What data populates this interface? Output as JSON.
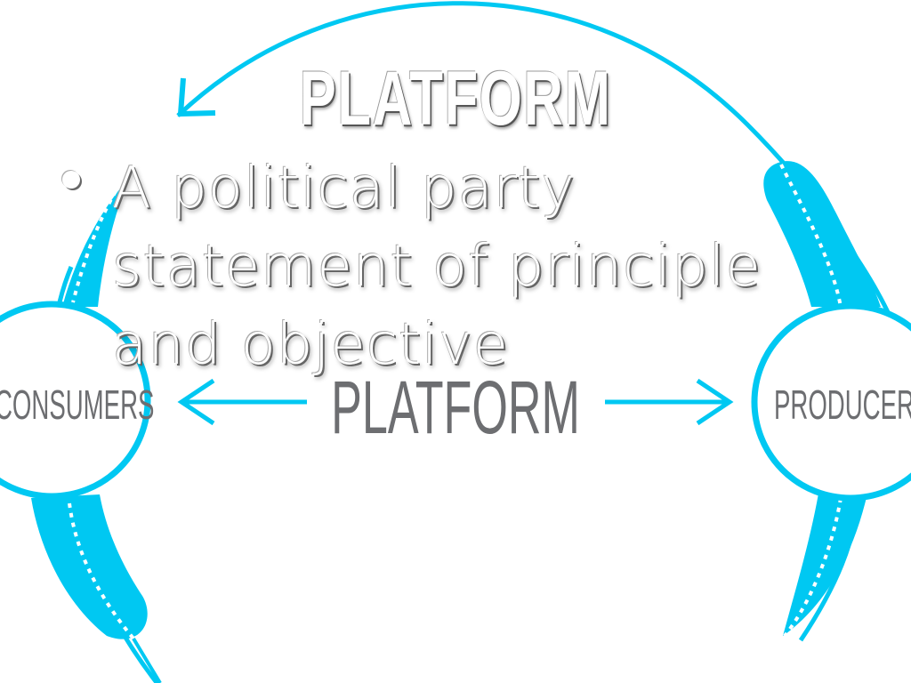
{
  "slide": {
    "title": "PLATFORM",
    "bullets": [
      {
        "lines": [
          "A political party",
          "statement of principle",
          "and objective"
        ]
      }
    ]
  },
  "diagram": {
    "center_label": "PLATFORM",
    "left_node": "CONSUMERS",
    "right_node": "PRODUCERS",
    "accent_color": "#00c8f2",
    "text_color": "#6d6e71"
  }
}
